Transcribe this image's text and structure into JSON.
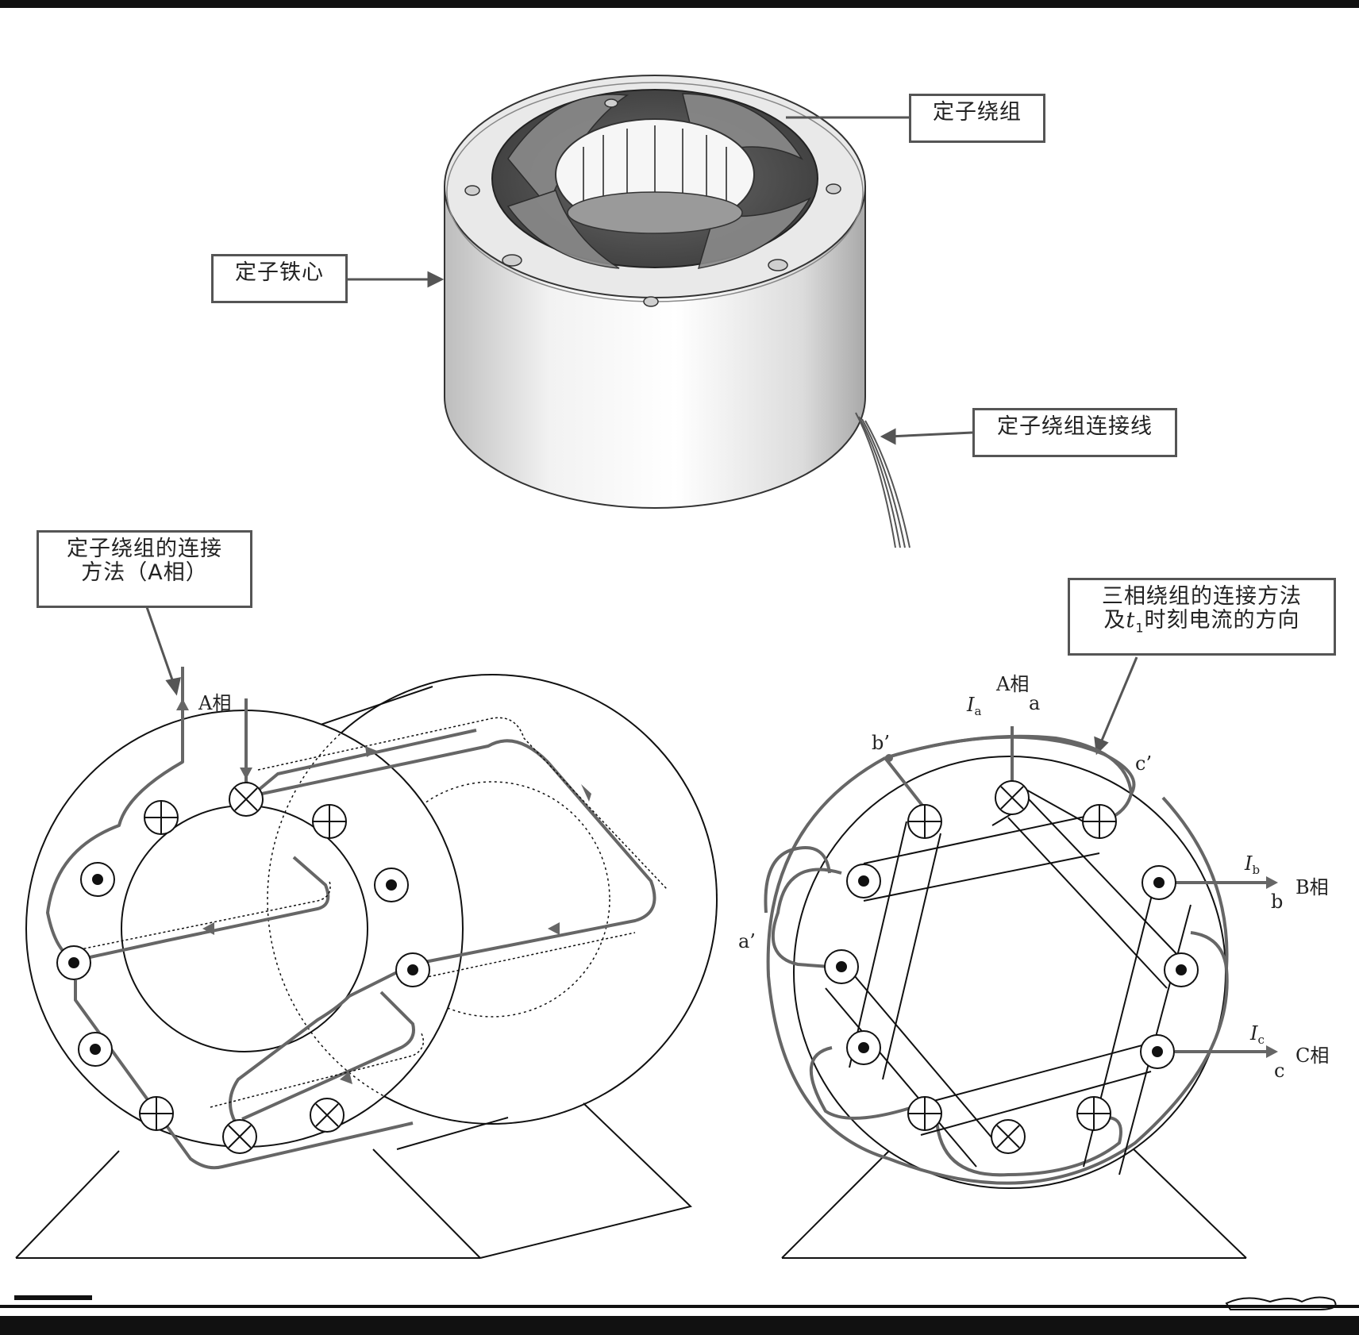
{
  "callouts": {
    "stator_winding": "定子绕组",
    "stator_core": "定子铁心",
    "stator_leads": "定子绕组连接线",
    "method_line1": "定子绕组的连接",
    "method_line2": "方法（A相）",
    "three_phase_line1": "三相绕组的连接方法",
    "three_phase_line2_pre": "及",
    "three_phase_line2_var": "t",
    "three_phase_line2_sub": "1",
    "three_phase_line2_post": "时刻电流的方向"
  },
  "left_diagram": {
    "phase_label": "A相"
  },
  "right_diagram": {
    "a_phase": "A相",
    "a_terminal": "a",
    "current_a_var": "I",
    "current_a_sub": "a",
    "b_prime": "b’",
    "c_prime": "c’",
    "a_prime": "a’",
    "current_b_var": "I",
    "current_b_sub": "b",
    "b_phase": "B相",
    "b_terminal": "b",
    "current_c_var": "I",
    "current_c_sub": "c",
    "c_phase": "C相",
    "c_terminal": "c"
  },
  "colors": {
    "frame": "#111111",
    "winding": "#666666",
    "line": "#111111",
    "callout_border": "#555555"
  }
}
